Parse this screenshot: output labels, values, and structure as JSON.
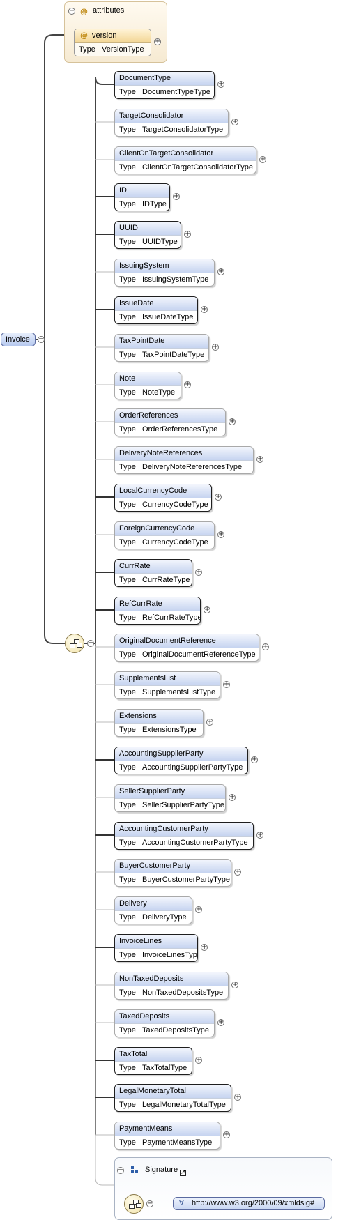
{
  "root": {
    "label": "Invoice"
  },
  "attributes": {
    "title": "attributes",
    "at_symbol": "@",
    "attribute": {
      "name": "version",
      "type_label": "Type",
      "type_value": "VersionType"
    }
  },
  "type_label": "Type",
  "elements": [
    {
      "name": "DocumentType",
      "type": "DocumentTypeType",
      "required": true
    },
    {
      "name": "TargetConsolidator",
      "type": "TargetConsolidatorType",
      "required": false
    },
    {
      "name": "ClientOnTargetConsolidator",
      "type": "ClientOnTargetConsolidatorType",
      "required": false
    },
    {
      "name": "ID",
      "type": "IDType",
      "required": true
    },
    {
      "name": "UUID",
      "type": "UUIDType",
      "required": true
    },
    {
      "name": "IssuingSystem",
      "type": "IssuingSystemType",
      "required": false
    },
    {
      "name": "IssueDate",
      "type": "IssueDateType",
      "required": true
    },
    {
      "name": "TaxPointDate",
      "type": "TaxPointDateType",
      "required": false
    },
    {
      "name": "Note",
      "type": "NoteType",
      "required": false
    },
    {
      "name": "OrderReferences",
      "type": "OrderReferencesType",
      "required": false
    },
    {
      "name": "DeliveryNoteReferences",
      "type": "DeliveryNoteReferencesType",
      "required": false
    },
    {
      "name": "LocalCurrencyCode",
      "type": "CurrencyCodeType",
      "required": true
    },
    {
      "name": "ForeignCurrencyCode",
      "type": "CurrencyCodeType",
      "required": false
    },
    {
      "name": "CurrRate",
      "type": "CurrRateType",
      "required": true
    },
    {
      "name": "RefCurrRate",
      "type": "RefCurrRateType",
      "required": true
    },
    {
      "name": "OriginalDocumentReference",
      "type": "OriginalDocumentReferenceType",
      "required": false
    },
    {
      "name": "SupplementsList",
      "type": "SupplementsListType",
      "required": false
    },
    {
      "name": "Extensions",
      "type": "ExtensionsType",
      "required": false
    },
    {
      "name": "AccountingSupplierParty",
      "type": "AccountingSupplierPartyType",
      "required": true
    },
    {
      "name": "SellerSupplierParty",
      "type": "SellerSupplierPartyType",
      "required": false
    },
    {
      "name": "AccountingCustomerParty",
      "type": "AccountingCustomerPartyType",
      "required": true
    },
    {
      "name": "BuyerCustomerParty",
      "type": "BuyerCustomerPartyType",
      "required": false
    },
    {
      "name": "Delivery",
      "type": "DeliveryType",
      "required": false
    },
    {
      "name": "InvoiceLines",
      "type": "InvoiceLinesType",
      "required": true
    },
    {
      "name": "NonTaxedDeposits",
      "type": "NonTaxedDepositsType",
      "required": false
    },
    {
      "name": "TaxedDeposits",
      "type": "TaxedDepositsType",
      "required": false
    },
    {
      "name": "TaxTotal",
      "type": "TaxTotalType",
      "required": true
    },
    {
      "name": "LegalMonetaryTotal",
      "type": "LegalMonetaryTotalType",
      "required": true
    },
    {
      "name": "PaymentMeans",
      "type": "PaymentMeansType",
      "required": false
    }
  ],
  "signature": {
    "name": "Signature",
    "any_namespace": "http://www.w3.org/2000/09/xmldsig#"
  }
}
